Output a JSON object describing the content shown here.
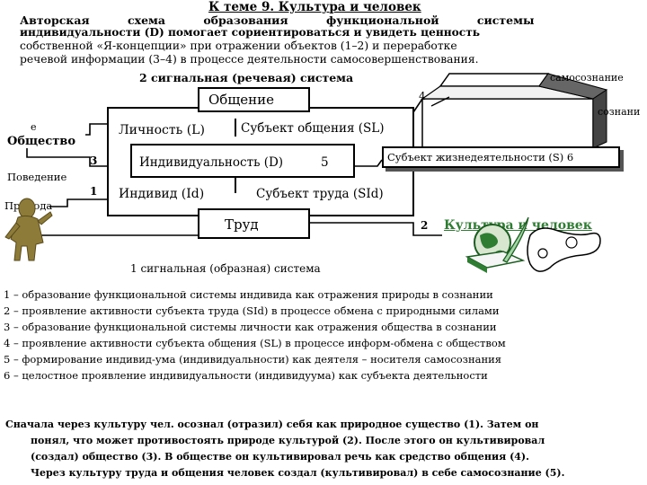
{
  "header": {
    "title": "К теме 9. Культура и человек",
    "intro_lines": [
      "Авторская схема образования функциональной системы",
      "индивидуальности (D) помогает сориентироваться и увидеть ценность",
      "собственной «Я-концепции» при отражении объектов (1–2) и переработке",
      "речевой информации (3–4) в процессе деятельности самосовершенствования."
    ]
  },
  "diagram": {
    "signal_system_2": "2 сигнальная (речевая) система",
    "signal_system_1": "1 сигнальная (образная) система",
    "samosoznanie": "самосознание",
    "soznanie": "сознани",
    "e_fragment": "е",
    "obshchestvo": "Общество",
    "povedenie": "Поведение",
    "priroda": "Природа",
    "obshchenie": "Общение",
    "lichnost": "Личность (L)",
    "subject_obshcheniya": "Субъект общения (SL)",
    "individualnost": "Индивидуальность (D)",
    "num_5": "5",
    "individ": "Индивид (Id)",
    "subject_truda": "Субъект труда (SId)",
    "trud": "Труд",
    "subject_zhiznedeyatelnosti": "Субъект жизнедеятельности (S) 6",
    "num_1": "1",
    "num_2": "2",
    "num_3": "3",
    "num_4": "4",
    "kultura_i_chelovek": "Культура и человек"
  },
  "legend": [
    "1 – образование функциональной системы индивида как отражения природы в сознании",
    "2 – проявление активности субъекта труда (SId) в процессе обмена с природными силами",
    "3 – образование функциональной системы личности как отражения общества в сознании",
    "4 – проявление активности субъекта общения (SL) в процессе информ-обмена с обществом",
    "5 – формирование индивид-ума (индивидуальности) как деятеля – носителя самосознания",
    "6 – целостное проявление индивидуальности (индивидуума) как субъекта деятельности"
  ],
  "bottom_text": [
    "Сначала через культуру чел. осознал (отразил) себя как природное существо (1). Затем он",
    "понял, что может противостоять природе культурой (2). После этого он культивировал",
    "(создал) общество (3). В обществе он культивировал речь как средство общения (4).",
    "Через культуру труда и общения человек создал (культивировал) в себе самосознание (5)."
  ],
  "colors": {
    "link_green": "#2e7d32",
    "shadow_gray": "#888888",
    "box_shadow": "#555555"
  }
}
